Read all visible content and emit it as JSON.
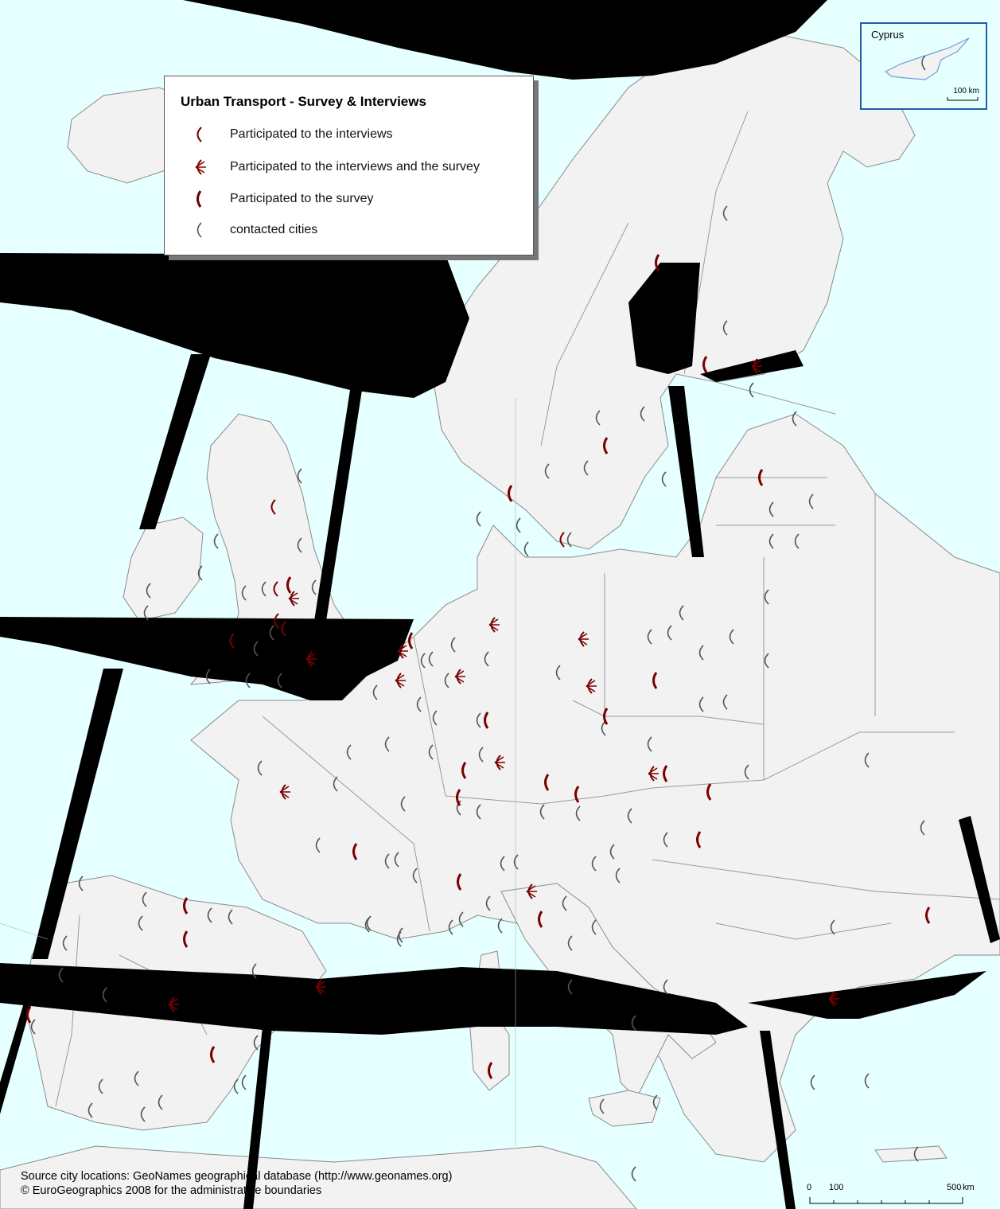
{
  "legend": {
    "title": "Urban Transport - Survey & Interviews",
    "items": [
      {
        "label": "Participated to the interviews",
        "symbol": "interviews-marker-icon",
        "color": "#6b0000"
      },
      {
        "label": "Participated to the interviews and the survey",
        "symbol": "interviews-survey-marker-icon",
        "color": "#8b0000"
      },
      {
        "label": "Participated to the survey",
        "symbol": "survey-marker-icon",
        "color": "#6b0000"
      },
      {
        "label": "contacted cities",
        "symbol": "contacted-marker-icon",
        "color": "#555555"
      }
    ]
  },
  "inset": {
    "title": "Cyprus",
    "scale_label": "100 km"
  },
  "scale": {
    "ticks": [
      "0",
      "100",
      "500"
    ],
    "unit": "km"
  },
  "source": {
    "line1": "Source city locations: GeoNames geographical database (http://www.geonames.org)",
    "line2": "© EuroGeographics 2008 for the administrative boundaries"
  },
  "colors": {
    "sea": "#e6ffff",
    "land": "#f2f2f2",
    "participant": "#7a0000",
    "contacted": "#555555"
  }
}
